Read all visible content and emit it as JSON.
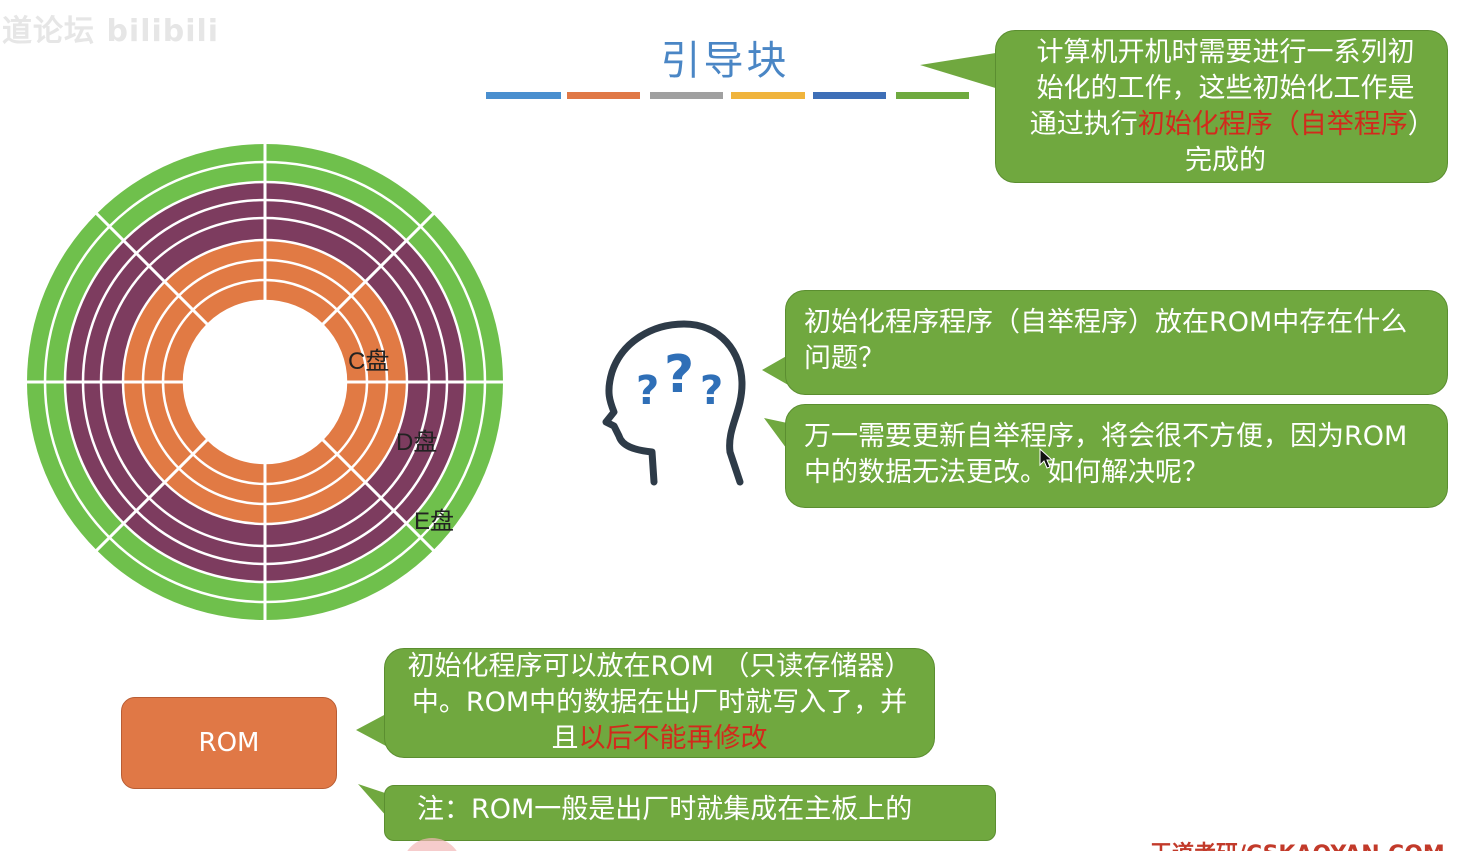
{
  "watermark": "道论坛 bilibili",
  "title": "引导块",
  "title_bar_colors": [
    "#4a8fcf",
    "#e07846",
    "#a0a0a0",
    "#f0b43c",
    "#3e6fb7",
    "#6faa3f"
  ],
  "disk": {
    "colors": {
      "green": "#6fc04c",
      "purple": "#7d3c5f",
      "orange": "#e17a44",
      "line": "#ffffff"
    },
    "partitions": [
      {
        "name": "C盘",
        "label": "C盘"
      },
      {
        "name": "D盘",
        "label": "D盘"
      },
      {
        "name": "E盘",
        "label": "E盘"
      }
    ]
  },
  "bubbles": {
    "top_right": {
      "part1": "计算机开机时需要进行一系列初始化的工作，这些初始化工作是通过执行",
      "highlight": "初始化程序（自举程序",
      "part2": "）完成的"
    },
    "question": "初始化程序程序（自举程序）放在ROM中存在什么问题？",
    "answer": "万一需要更新自举程序，将会很不方便，因为ROM中的数据无法更改。如何解决呢？",
    "rom_desc": {
      "part1": "初始化程序可以放在ROM （只读存储器）中。ROM中的数据在出厂时就写入了，并且",
      "highlight": "以后不能再修改"
    },
    "note": "注：ROM一般是出厂时就集成在主板上的"
  },
  "rom_box_label": "ROM",
  "footer": "王道考研/CSKAOYAN.COM",
  "colors": {
    "bubble_green": "#70a83f",
    "highlight_red": "#d22a1c",
    "title_blue": "#4a86c5",
    "rom_orange": "#e07846",
    "head_dark": "#2e3b48",
    "question_blue": "#2f6fb7"
  }
}
